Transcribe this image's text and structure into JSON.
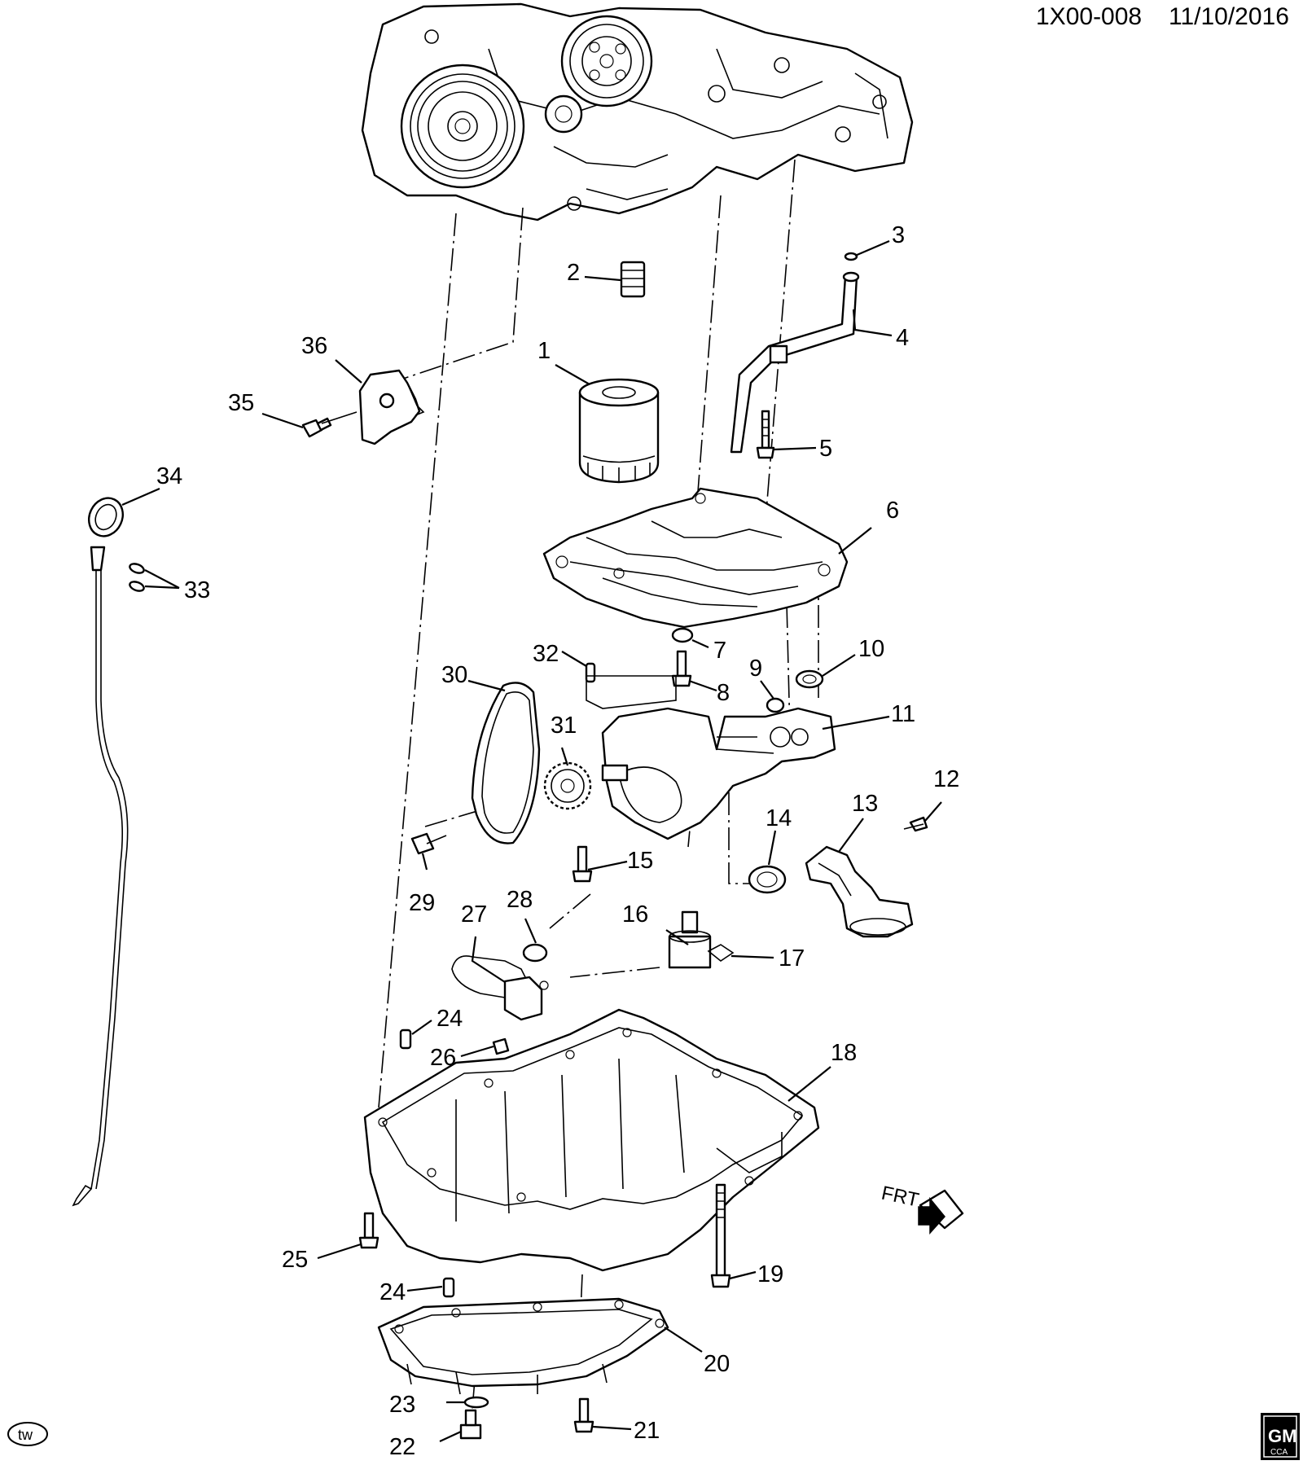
{
  "header": {
    "diagram_id": "1X00-008",
    "date": "11/10/2016"
  },
  "footer": {
    "left_badge": "tw",
    "brand_top": "GM",
    "brand_bottom": "CCA"
  },
  "orientation": {
    "label": "FRT"
  },
  "callouts": [
    "1",
    "2",
    "3",
    "4",
    "5",
    "6",
    "7",
    "8",
    "9",
    "10",
    "11",
    "12",
    "13",
    "14",
    "15",
    "16",
    "17",
    "18",
    "19",
    "20",
    "21",
    "22",
    "23",
    "24",
    "24",
    "25",
    "26",
    "27",
    "28",
    "29",
    "30",
    "31",
    "32",
    "33",
    "34",
    "35",
    "36"
  ]
}
